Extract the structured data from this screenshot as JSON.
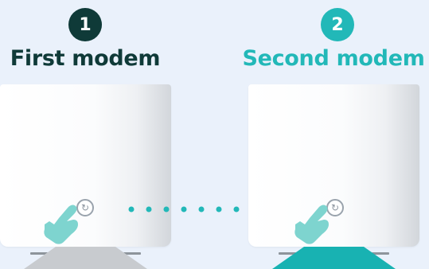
{
  "steps": [
    {
      "number": "1",
      "title": "First modem",
      "light_color": "#c8cbcf"
    },
    {
      "number": "2",
      "title": "Second modem",
      "light_color": "#18b2b2"
    }
  ],
  "colors": {
    "step1_accent": "#0f3a38",
    "step2_accent": "#22b8b8",
    "hand": "#7ed4cf",
    "connector_dots": "#22b8b8"
  },
  "icons": {
    "sync_button": "sync-icon",
    "pointing_hand": "pointing-hand-icon"
  }
}
